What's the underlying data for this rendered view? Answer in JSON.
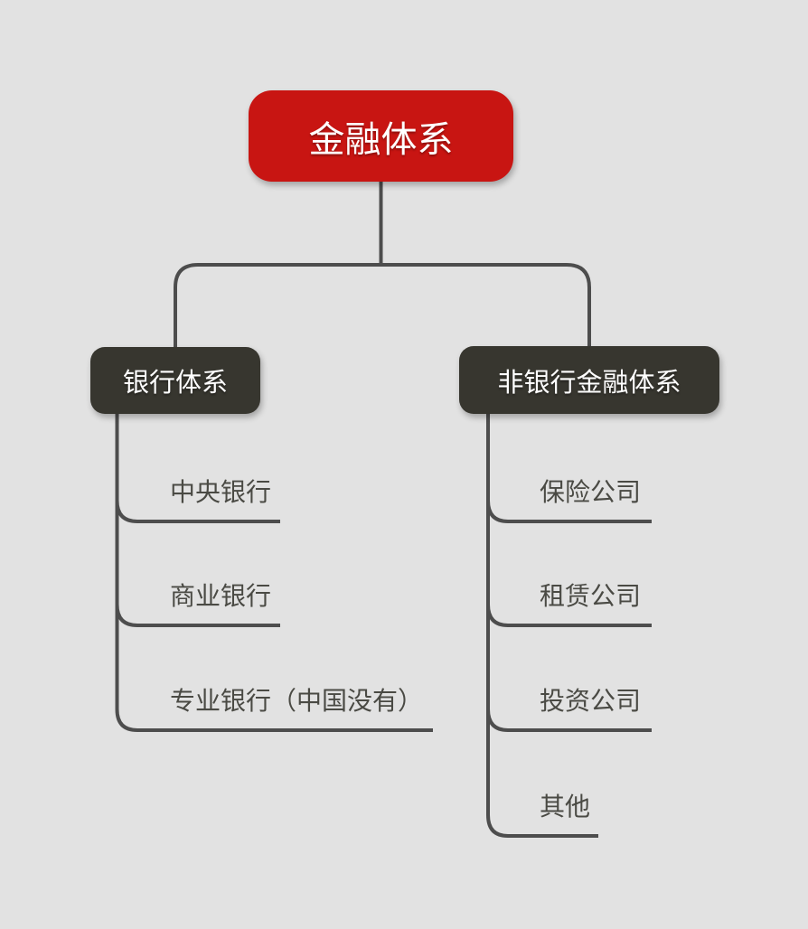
{
  "root": {
    "label": "金融体系"
  },
  "branches": [
    {
      "label": "银行体系",
      "children": [
        "中央银行",
        "商业银行",
        "专业银行（中国没有）"
      ]
    },
    {
      "label": "非银行金融体系",
      "children": [
        "保险公司",
        "租赁公司",
        "投资公司",
        "其他"
      ]
    }
  ],
  "colors": {
    "background": "#e2e2e2",
    "root_bg": "#c81512",
    "root_text": "#ffffff",
    "branch_bg": "#37362f",
    "branch_text": "#ffffff",
    "line": "#4d4d4d",
    "leaf_text": "#4a4a44"
  }
}
